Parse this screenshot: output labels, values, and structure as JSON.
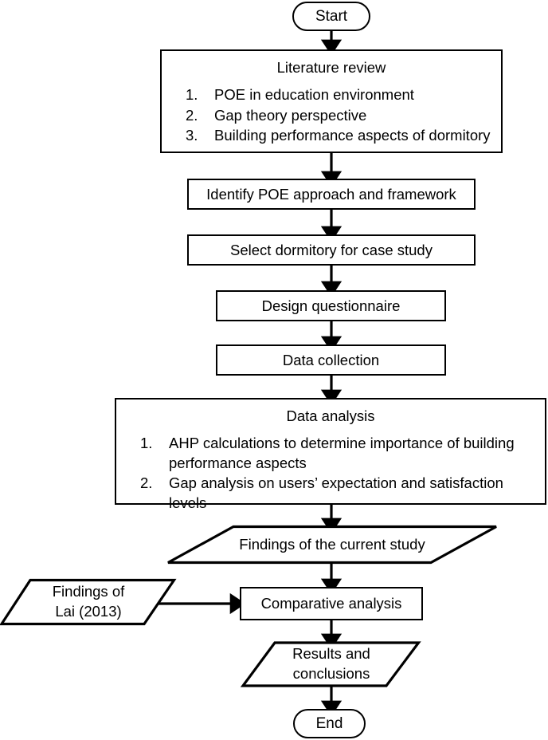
{
  "diagram": {
    "title": "Research methodology flowchart",
    "stroke_color": "#000000",
    "background_color": "#ffffff"
  },
  "nodes": {
    "start": {
      "label": "Start",
      "shape": "terminator"
    },
    "literature_review": {
      "title": "Literature review",
      "shape": "process",
      "items": [
        {
          "num": "1.",
          "text": "POE in education environment"
        },
        {
          "num": "2.",
          "text": "Gap theory perspective"
        },
        {
          "num": "3.",
          "text": "Building performance aspects of dormitory"
        }
      ]
    },
    "identify_framework": {
      "label": "Identify POE approach and framework",
      "shape": "process"
    },
    "select_dormitory": {
      "label": "Select dormitory for case study",
      "shape": "process"
    },
    "design_questionnaire": {
      "label": "Design questionnaire",
      "shape": "process"
    },
    "data_collection": {
      "label": "Data collection",
      "shape": "process"
    },
    "data_analysis": {
      "title": "Data analysis",
      "shape": "process",
      "items": [
        {
          "num": "1.",
          "text": "AHP calculations to determine importance of building performance aspects"
        },
        {
          "num": "2.",
          "text": "Gap analysis on users’ expectation and satisfaction levels"
        }
      ]
    },
    "findings_current_study": {
      "label": "Findings of the current study",
      "shape": "parallelogram"
    },
    "findings_lai": {
      "shape": "parallelogram",
      "line1": "Findings of",
      "line2": "Lai (2013)"
    },
    "comparative_analysis": {
      "label": "Comparative analysis",
      "shape": "process"
    },
    "results_conclusions": {
      "shape": "parallelogram",
      "line1": "Results and",
      "line2": "conclusions"
    },
    "end": {
      "label": "End",
      "shape": "terminator"
    }
  },
  "edges": [
    {
      "from": "start",
      "to": "literature_review",
      "type": "arrow-down"
    },
    {
      "from": "literature_review",
      "to": "identify_framework",
      "type": "arrow-down"
    },
    {
      "from": "identify_framework",
      "to": "select_dormitory",
      "type": "arrow-down"
    },
    {
      "from": "select_dormitory",
      "to": "design_questionnaire",
      "type": "arrow-down"
    },
    {
      "from": "design_questionnaire",
      "to": "data_collection",
      "type": "arrow-down"
    },
    {
      "from": "data_collection",
      "to": "data_analysis",
      "type": "arrow-down"
    },
    {
      "from": "data_analysis",
      "to": "findings_current_study",
      "type": "arrow-down"
    },
    {
      "from": "findings_current_study",
      "to": "comparative_analysis",
      "type": "arrow-down"
    },
    {
      "from": "findings_lai",
      "to": "comparative_analysis",
      "type": "arrow-right"
    },
    {
      "from": "comparative_analysis",
      "to": "results_conclusions",
      "type": "arrow-down"
    },
    {
      "from": "results_conclusions",
      "to": "end",
      "type": "arrow-down"
    }
  ]
}
